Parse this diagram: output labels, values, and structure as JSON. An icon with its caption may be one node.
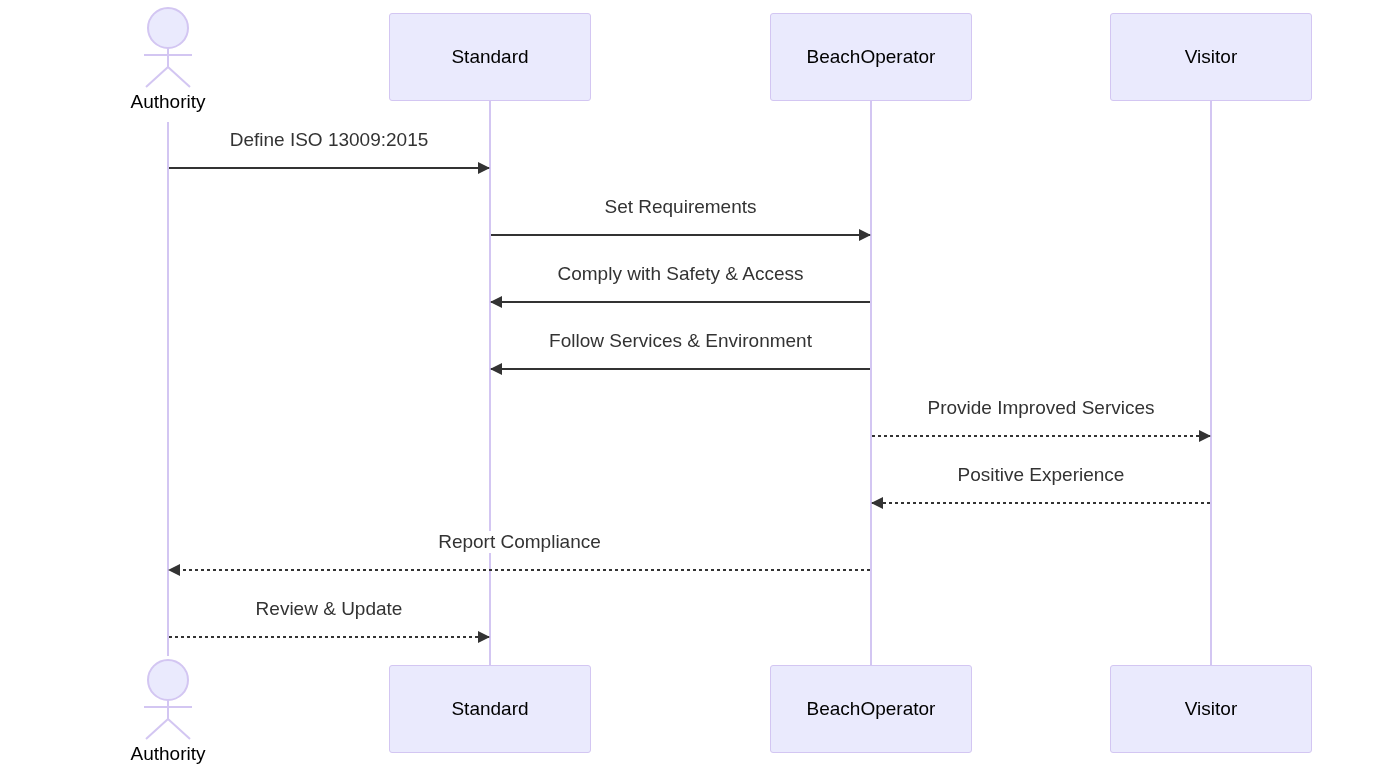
{
  "diagram": {
    "nodes": [
      {
        "text": [
          "Authority"
        ]
      },
      {
        "text": [
          "Standard"
        ]
      },
      {
        "text": [
          "BeachOperator"
        ]
      },
      {
        "text": [
          "Visitor"
        ]
      },
      {
        "text": [
          "Authority"
        ]
      },
      {
        "text": [
          "Standard"
        ]
      },
      {
        "text": [
          "BeachOperator"
        ]
      },
      {
        "text": [
          "Visitor"
        ]
      },
      {
        "text": [],
        "shape": "bar"
      },
      {
        "text": [],
        "shape": "bar"
      },
      {
        "text": [],
        "shape": "bar"
      },
      {
        "text": [],
        "shape": "bar"
      }
    ],
    "edges": [
      {
        "from": 8,
        "to": 9,
        "arrow": "to",
        "label": "Define ISO 13009:2015"
      },
      {
        "from": 9,
        "to": 10,
        "arrow": "to",
        "label": "Set Requirements"
      },
      {
        "from": 10,
        "to": 9,
        "arrow": "to",
        "label": "Comply with Safety & Access"
      },
      {
        "from": 10,
        "to": 9,
        "arrow": "to",
        "label": "Follow Services & Environment"
      },
      {
        "from": 10,
        "to": 11,
        "arrow": "to",
        "label": "Provide Improved Services",
        "style": "dashed"
      },
      {
        "from": 11,
        "to": 10,
        "arrow": "to",
        "label": "Positive Experience",
        "style": "dashed"
      },
      {
        "from": 10,
        "to": 8,
        "arrow": "to",
        "label": "Report Compliance",
        "style": "dashed"
      },
      {
        "from": 8,
        "to": 9,
        "arrow": "to",
        "label": "Review & Update",
        "style": "dashed"
      }
    ]
  }
}
